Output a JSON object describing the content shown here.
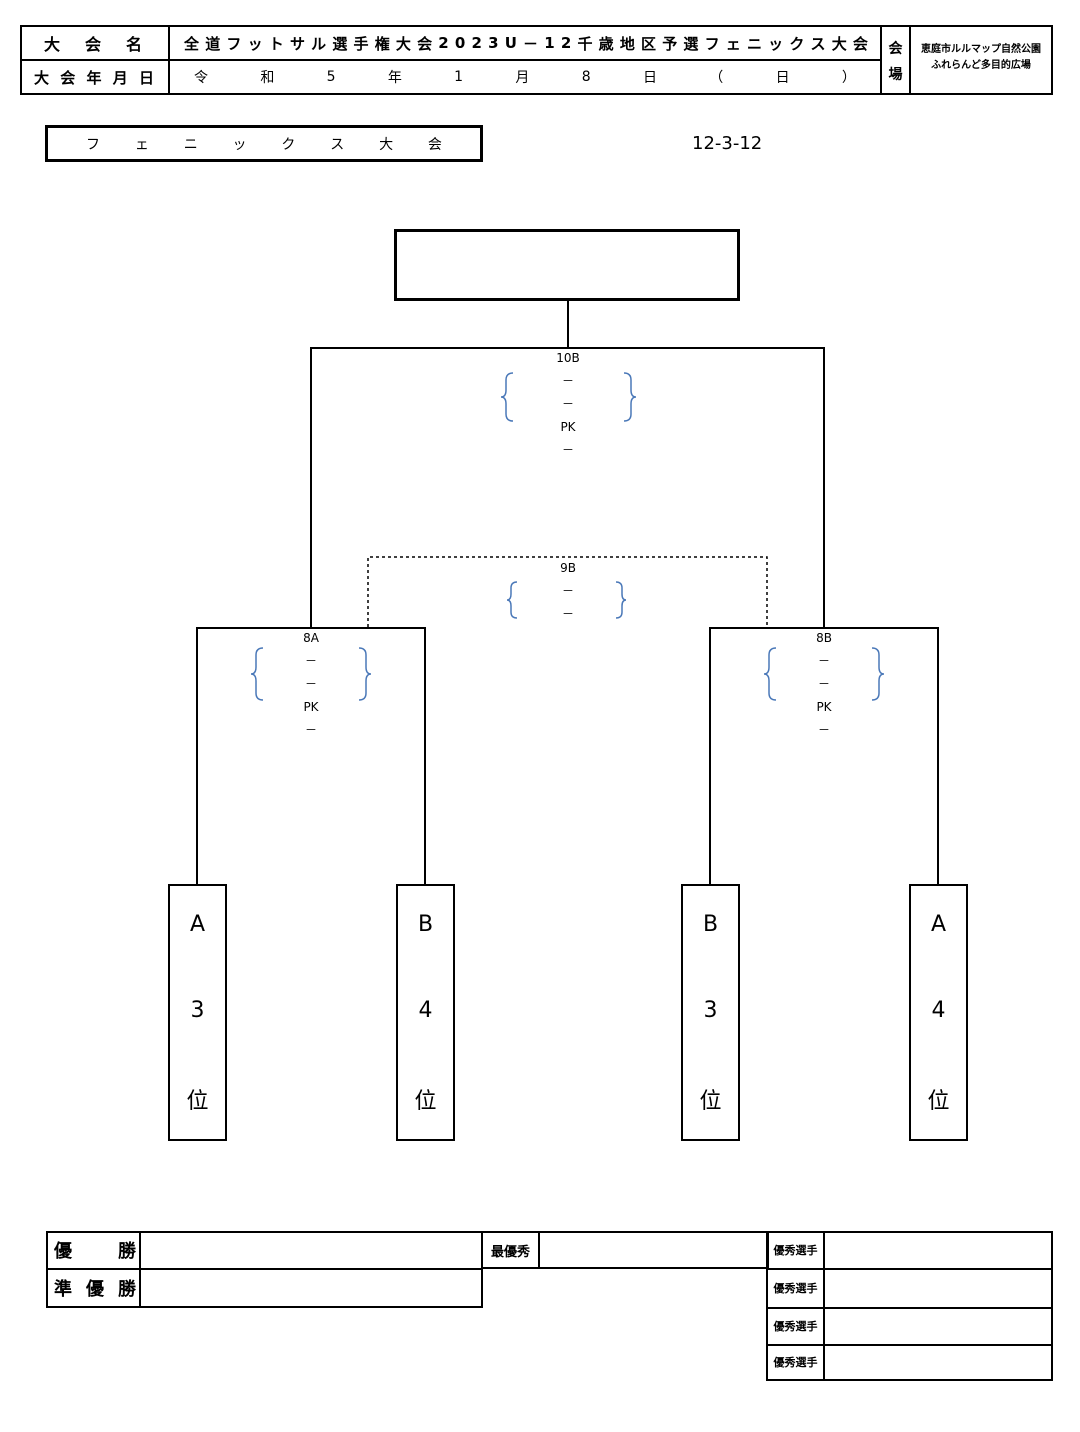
{
  "header": {
    "tournament_name_label": [
      "大",
      "会",
      "名"
    ],
    "tournament_name_value": [
      "全",
      "道",
      "フ",
      "ッ",
      "ト",
      "サ",
      "ル",
      "選",
      "手",
      "権",
      "大",
      "会",
      "2",
      "0",
      "2",
      "3",
      "U",
      "－",
      "1",
      "2",
      "千",
      "歳",
      "地",
      "区",
      "予",
      "選",
      "フ",
      "ェ",
      "ニ",
      "ッ",
      "ク",
      "ス",
      "大",
      "会"
    ],
    "date_label": [
      "大",
      "会",
      "年",
      "月",
      "日"
    ],
    "date_value": [
      "令",
      "和",
      "5",
      "年",
      "1",
      "月",
      "8",
      "日",
      "（",
      "日",
      "）"
    ],
    "venue_label": [
      "会",
      "場"
    ],
    "venue_value_line1": "恵庭市ルルマップ自然公園",
    "venue_value_line2": "ふれらんど多目的広場"
  },
  "division": {
    "name_chars": [
      "フ",
      "ェ",
      "ニ",
      "ッ",
      "ク",
      "ス",
      "大",
      "会"
    ],
    "code": "12-3-12"
  },
  "bracket": {
    "final": {
      "match_id": "10B",
      "dash1": "－",
      "dash2": "－",
      "pk_label": "PK",
      "pk_dash": "－"
    },
    "third_place": {
      "match_id": "9B",
      "dash1": "－",
      "dash2": "－"
    },
    "semi_left": {
      "match_id": "8A",
      "dash1": "－",
      "dash2": "－",
      "pk_label": "PK",
      "pk_dash": "－"
    },
    "semi_right": {
      "match_id": "8B",
      "dash1": "－",
      "dash2": "－",
      "pk_label": "PK",
      "pk_dash": "－"
    },
    "seeds": [
      {
        "group": "A",
        "rank": "3",
        "suffix": "位"
      },
      {
        "group": "B",
        "rank": "4",
        "suffix": "位"
      },
      {
        "group": "B",
        "rank": "3",
        "suffix": "位"
      },
      {
        "group": "A",
        "rank": "4",
        "suffix": "位"
      }
    ],
    "brace_color": "#4a78b8"
  },
  "results": {
    "champion_label": [
      "優",
      "勝"
    ],
    "runner_up_label": [
      "準",
      "優",
      "勝"
    ],
    "mvp_label": "最優秀",
    "excellent_player_label": "優秀選手"
  }
}
